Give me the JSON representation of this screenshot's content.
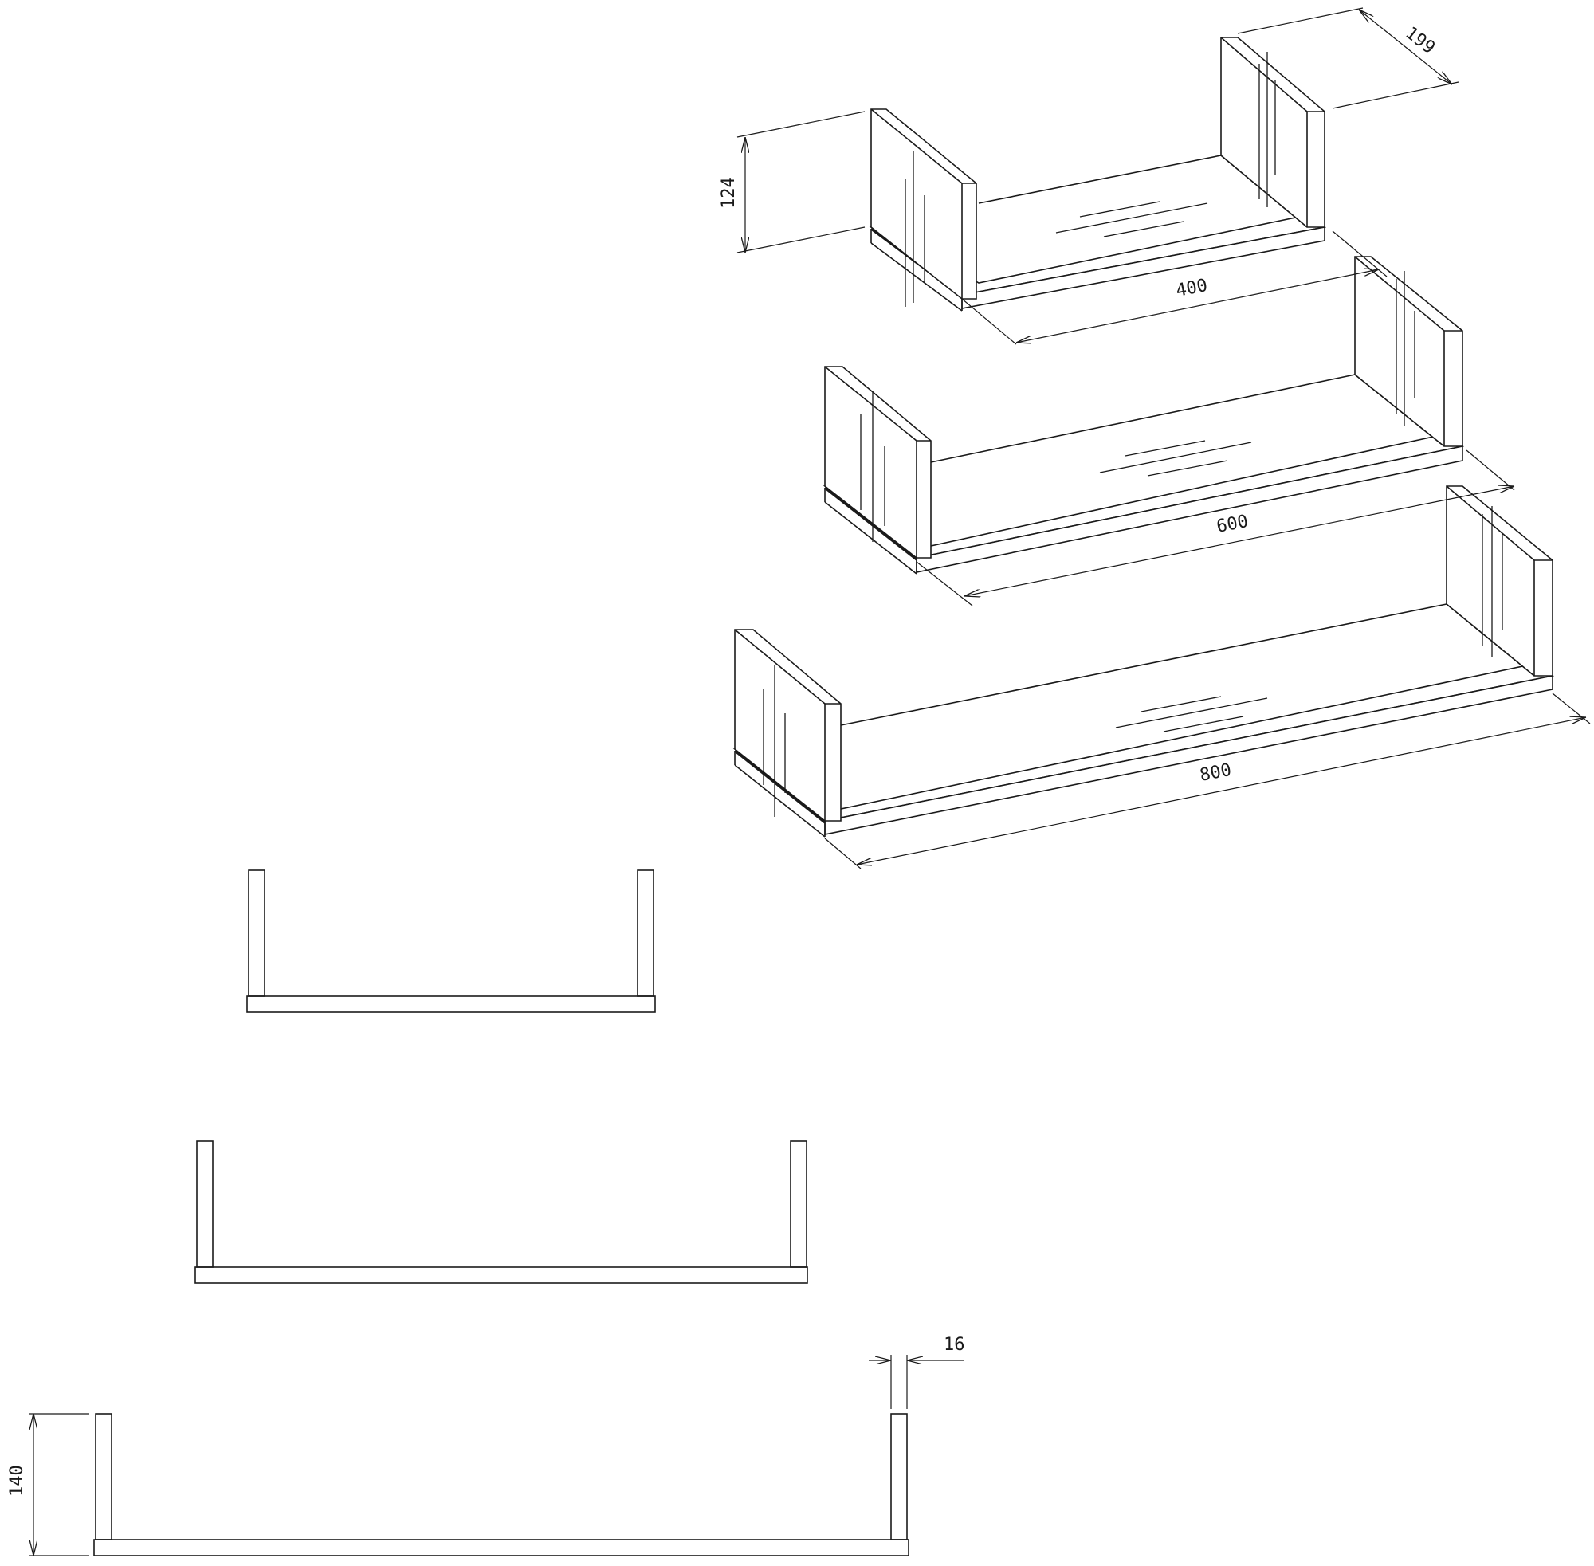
{
  "dimensions": {
    "depth": "199",
    "height_iso": "124",
    "width_small": "400",
    "width_medium": "600",
    "width_large": "800",
    "thickness": "16",
    "height_front": "140"
  }
}
